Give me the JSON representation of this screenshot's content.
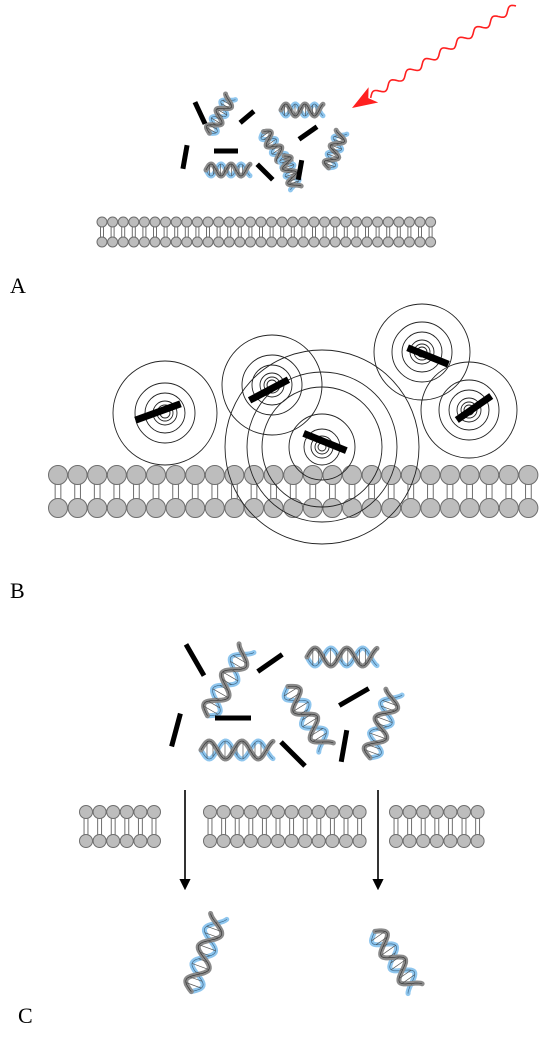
{
  "panels": [
    {
      "id": "A",
      "label": "A"
    },
    {
      "id": "B",
      "label": "B"
    },
    {
      "id": "C",
      "label": "C"
    }
  ],
  "colors": {
    "membrane_head": "#bdbdbd",
    "membrane_stroke": "#6e6e6e",
    "dna_strand_blue": "#8fc6ee",
    "dna_strand_gray": "#8a8a8a",
    "particle": "#000000",
    "radiation_arrow": "#ff0000",
    "transport_arrow": "#000000"
  },
  "icons": {
    "radiation": "wavy-red-arrow",
    "dna": "double-helix",
    "membrane": "lipid-bilayer",
    "particle": "black-bar",
    "shock_wave": "concentric-circles"
  }
}
